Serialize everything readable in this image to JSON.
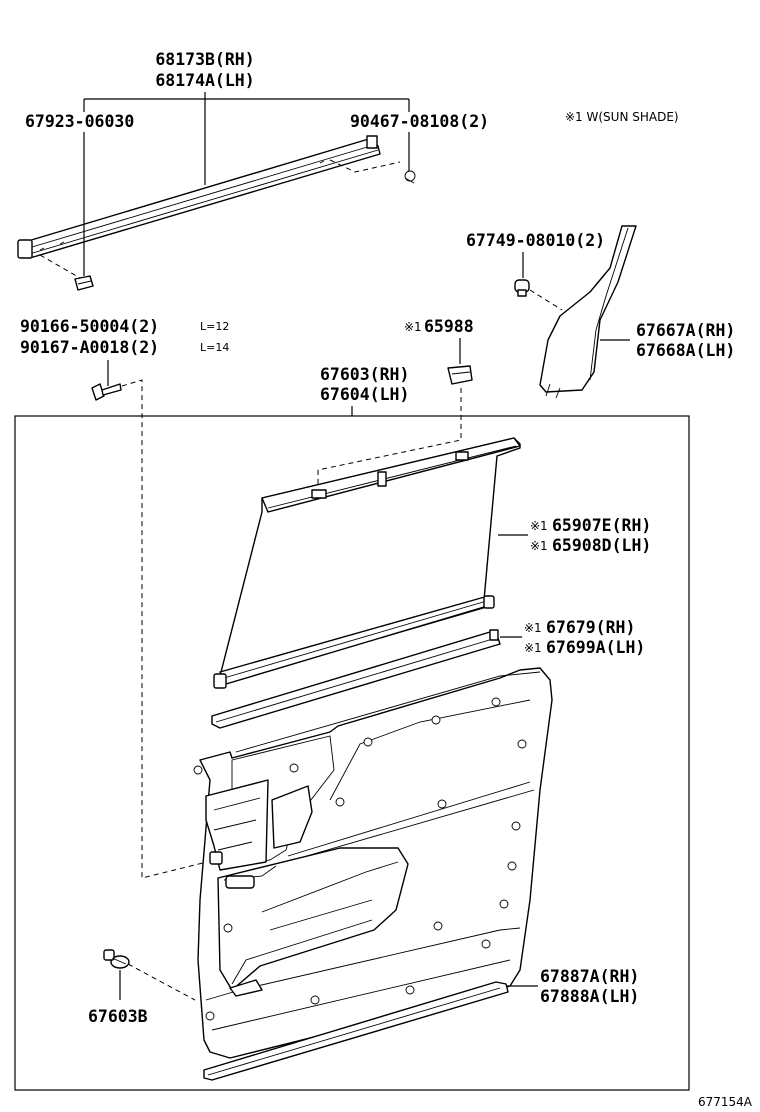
{
  "note": "※1 W(SUN SHADE)",
  "diagram_id": "677154A",
  "labels": {
    "moulding_rh": "68173B(RH)",
    "moulding_lh": "68174A(LH)",
    "clip_left": "67923-06030",
    "clip_right": "90467-08108(2)",
    "pillar_clip": "67749-08010(2)",
    "pillar_rh": "67667A(RH)",
    "pillar_lh": "67668A(LH)",
    "screw_a": "90166-50004(2)",
    "screw_a_note": "L=12",
    "screw_b": "90167-A0018(2)",
    "screw_b_note": "L=14",
    "shade_hook_mark": "※1",
    "shade_hook": "65988",
    "panel_rh": "67603(RH)",
    "panel_lh": "67604(LH)",
    "shade_rh_mark": "※1",
    "shade_rh": "65907E(RH)",
    "shade_lh_mark": "※1",
    "shade_lh": "65908D(LH)",
    "rail_rh_mark": "※1",
    "rail_rh": "67679(RH)",
    "rail_lh_mark": "※1",
    "rail_lh": "67699A(LH)",
    "bottom_clip": "67603B",
    "weatherstrip_rh": "67887A(RH)",
    "weatherstrip_lh": "67888A(LH)"
  },
  "icons": [
    "screw-icon",
    "clip-icon",
    "hook-icon"
  ]
}
